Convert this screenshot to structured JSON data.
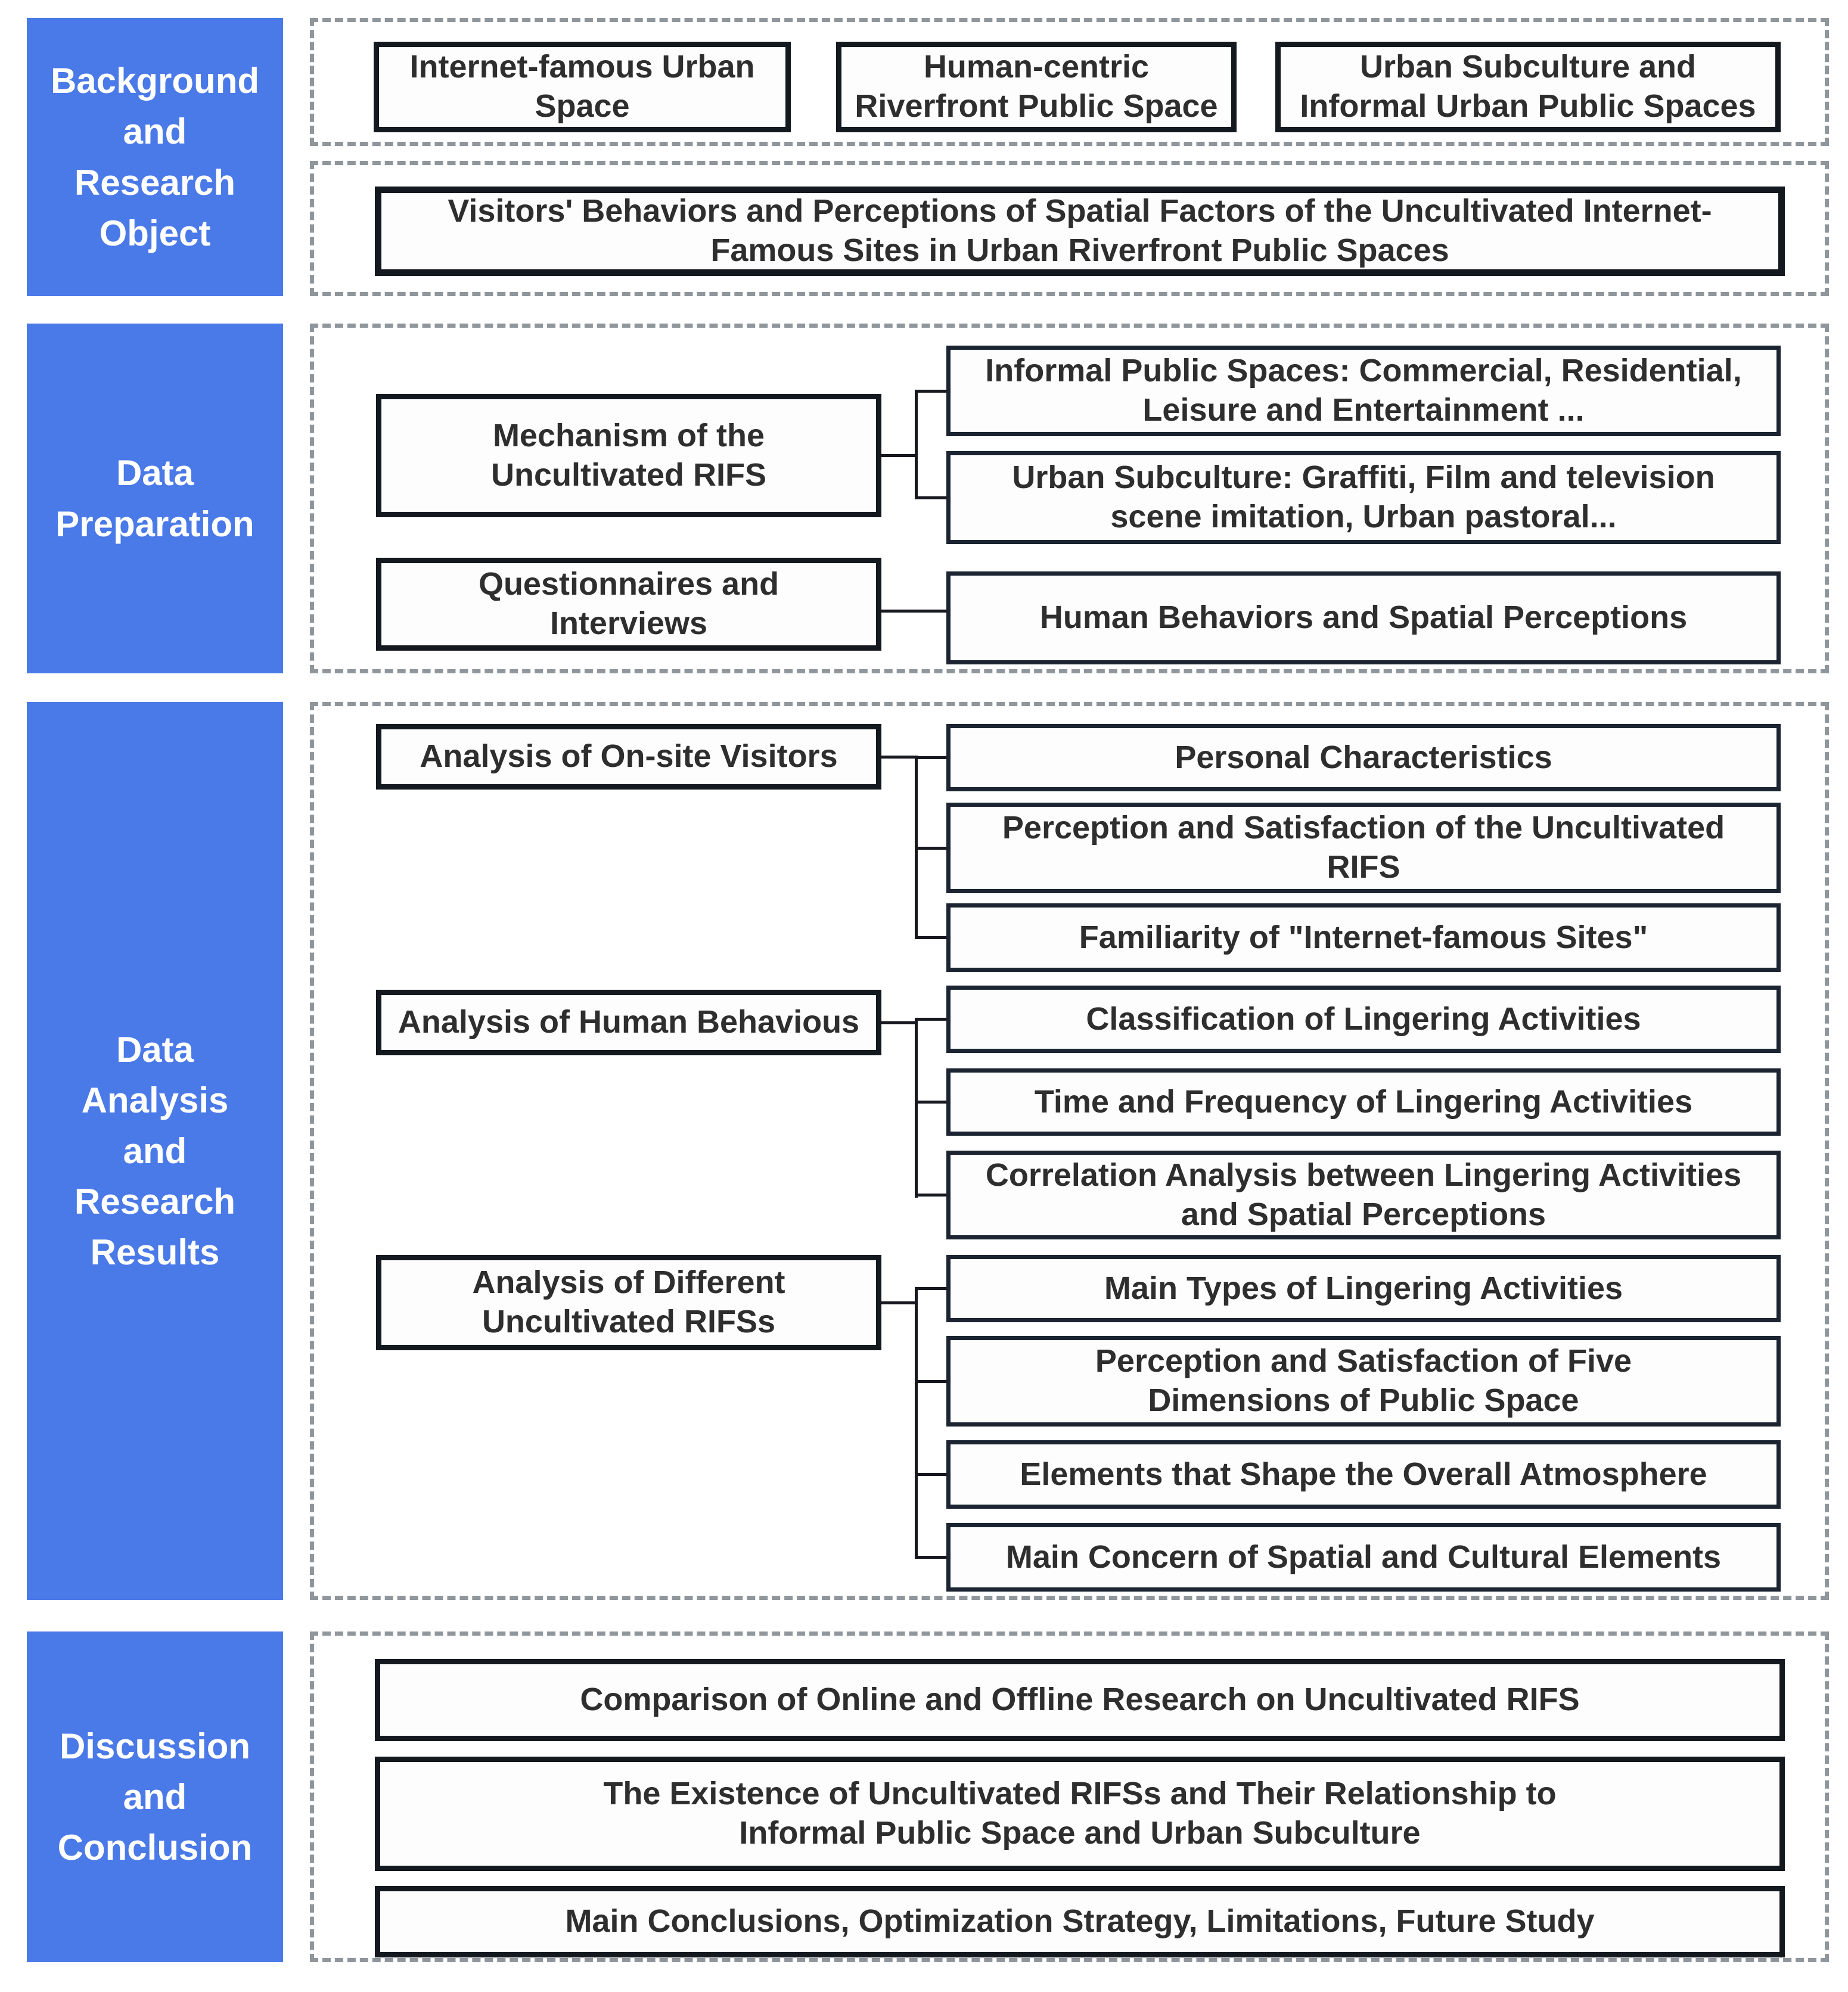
{
  "palette": {
    "sidebar_blue": "#4a79e8",
    "sidebar_text": "#ffffff",
    "box_border": "#14181f",
    "box_border_thin": "#1b2430",
    "box_fill": "#fdfdfe",
    "dashed_border": "#8f969c",
    "text": "#2e2e2e",
    "connector": "#15181e"
  },
  "sidebar": {
    "background": "Background\nand\nResearch\nObject",
    "data_preparation": "Data\nPreparation",
    "data_analysis": "Data\nAnalysis\nand\nResearch\nResults",
    "discussion": "Discussion\nand\nConclusion"
  },
  "background_section": {
    "concepts": [
      "Internet-famous  Urban\nSpace",
      "Human-centric\nRiverfront Public Space",
      "Urban Subculture and\nInformal Urban Public Spaces"
    ],
    "research_object": "Visitors' Behaviors and Perceptions of Spatial Factors of the Uncultivated Internet-\nFamous Sites in Urban Riverfront Public Spaces"
  },
  "data_preparation": {
    "sources": [
      "Mechanism of the\nUncultivated RIFS",
      "Questionnaires and\nInterviews"
    ],
    "outputs": [
      "Informal Public Spaces:  Commercial, Residential,\nLeisure and Entertainment ...",
      "Urban Subculture: Graffiti, Film and television\nscene imitation, Urban pastoral...",
      "Human Behaviors and Spatial Perceptions"
    ]
  },
  "data_analysis": {
    "analyses": [
      "Analysis of On-site Visitors",
      "Analysis of Human Behavious",
      "Analysis of Different\nUncultivated RIFSs"
    ],
    "onsite_results": [
      "Personal Characteristics",
      "Perception and Satisfaction of the Uncultivated\nRIFS",
      "Familiarity of  \"Internet-famous Sites\""
    ],
    "behavior_results": [
      "Classification of Lingering Activities",
      "Time and Frequency of Lingering Activities",
      "Correlation Analysis between Lingering Activities\nand Spatial Perceptions"
    ],
    "rifs_results": [
      "Main Types of Lingering Activities",
      "Perception and Satisfaction of Five\nDimensions of Public Space",
      "Elements that Shape the Overall Atmosphere",
      "Main Concern of Spatial and Cultural Elements"
    ]
  },
  "discussion": {
    "items": [
      "Comparison of Online and Offline Research on Uncultivated RIFS",
      "The Existence of Uncultivated RIFSs and Their Relationship to\nInformal Public Space and Urban Subculture",
      "Main Conclusions, Optimization Strategy, Limitations, Future Study"
    ]
  }
}
